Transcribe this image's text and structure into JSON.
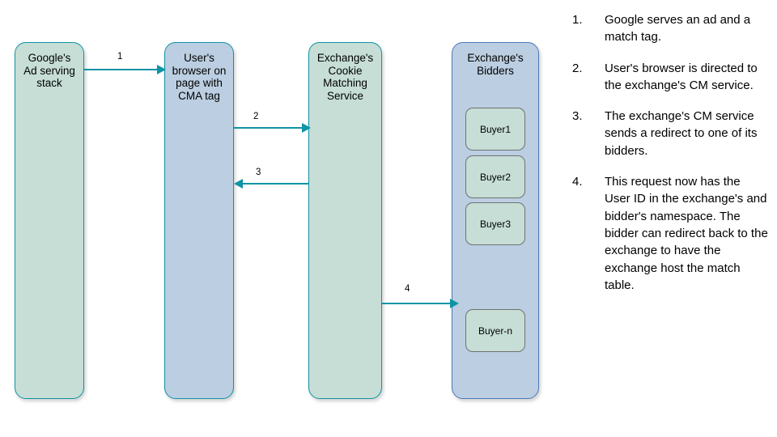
{
  "diagram": {
    "lanes": [
      {
        "id": "google",
        "label": "Google's\nAd serving\nstack",
        "fill": "#c6ded6",
        "border": "#0f93a5"
      },
      {
        "id": "browser",
        "label": "User's\nbrowser on\npage with\nCMA tag",
        "fill": "#bccee1",
        "border": "#0f93a5"
      },
      {
        "id": "cms",
        "label": "Exchange's\nCookie\nMatching\nService",
        "fill": "#c6ded6",
        "border": "#0f93a5"
      },
      {
        "id": "bidders",
        "label": "Exchange's\nBidders",
        "fill": "#bccee1",
        "border": "#4a79b8"
      }
    ],
    "buyers": [
      {
        "id": "buyer-1",
        "label": "Buyer1"
      },
      {
        "id": "buyer-2",
        "label": "Buyer2"
      },
      {
        "id": "buyer-3",
        "label": "Buyer3"
      },
      {
        "id": "buyer-n",
        "label": "Buyer-n"
      }
    ],
    "arrows": [
      {
        "id": "arrow-1",
        "label": "1",
        "from": "google",
        "to": "browser",
        "direction": "right"
      },
      {
        "id": "arrow-2",
        "label": "2",
        "from": "browser",
        "to": "cms",
        "direction": "right"
      },
      {
        "id": "arrow-3",
        "label": "3",
        "from": "cms",
        "to": "browser",
        "direction": "left"
      },
      {
        "id": "arrow-4",
        "label": "4",
        "from": "cms",
        "to": "bidders",
        "direction": "right"
      }
    ],
    "arrow_color": "#0f93a5"
  },
  "legend": {
    "items": [
      {
        "num": "1.",
        "text": "Google serves an ad and a match tag."
      },
      {
        "num": "2.",
        "text": "User's browser is directed to the exchange's CM service."
      },
      {
        "num": "3.",
        "text": "The exchange's CM service sends a redirect to one of its bidders."
      },
      {
        "num": "4.",
        "text": "This request now has the User ID in the exchange's and bidder's namespace. The bidder can redirect back to the exchange to have the exchange host the match table."
      }
    ]
  }
}
